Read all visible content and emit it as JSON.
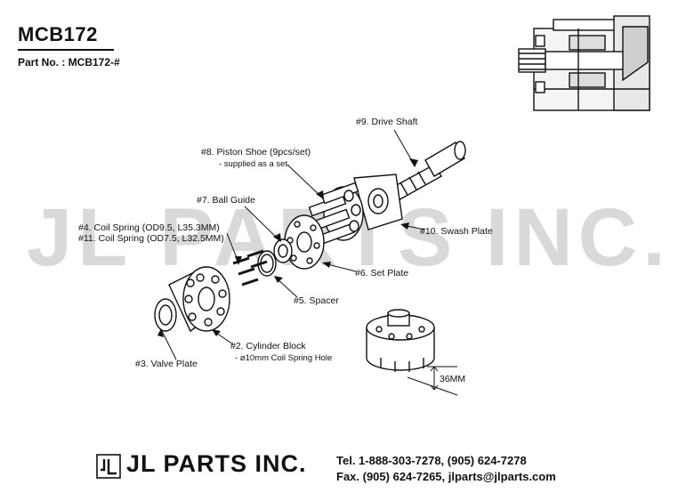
{
  "header": {
    "model": "MCB172",
    "part_no": "Part No. : MCB172-#"
  },
  "watermark": "JL PARTS INC.",
  "labels": {
    "drive_shaft": "#9. Drive Shaft",
    "piston_shoe": "#8. Piston Shoe (9pcs/set)",
    "piston_shoe_note": "- supplied as a set",
    "ball_guide": "#7. Ball Guide",
    "coil_spring_4": "#4. Coil Spring (OD9.5, L35.3MM)",
    "coil_spring_11": "#11. Coil Spring (OD7.5, L32.5MM)",
    "swash_plate": "#10. Swash Plate",
    "set_plate": "#6. Set Plate",
    "spacer": "#5. Spacer",
    "cylinder_block": "#2. Cylinder Block",
    "cylinder_block_note": "- ø10mm Coil Spring Hole",
    "valve_plate": "#3. Valve Plate",
    "dimension": "36MM"
  },
  "footer": {
    "brand": "JL PARTS INC.",
    "tel": "Tel. 1-888-303-7278, (905) 624-7278",
    "fax": "Fax. (905) 624-7265, jlparts@jlparts.com"
  }
}
